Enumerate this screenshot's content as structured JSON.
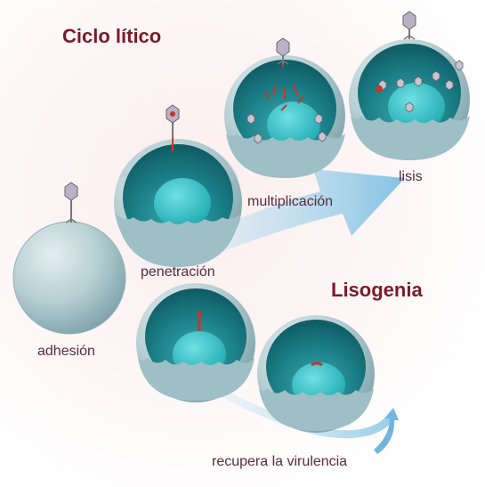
{
  "titles": {
    "lytic": "Ciclo lítico",
    "lysogeny": "Lisogenia"
  },
  "labels": {
    "adhesion": "adhesión",
    "penetration": "penetración",
    "multiplication": "multiplicación",
    "lysis": "lisis",
    "virulence": "recupera la virulencia"
  },
  "colors": {
    "title": "#7a1a2a",
    "label": "#5a2a3a",
    "cell_outer": "#a9c7cc",
    "cell_inner": "#1e8b94",
    "nucleus": "#36c3c9",
    "arrow": "#8ec9e6",
    "phage_dna": "#c0392b"
  }
}
